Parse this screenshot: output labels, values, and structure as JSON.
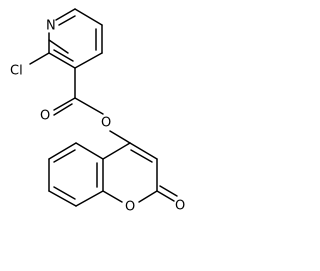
{
  "molecule": {
    "atoms": {
      "nitrogen": "N",
      "chlorine": "Cl",
      "carbonyl_oxygen": "O",
      "ester_oxygen": "O",
      "lactone_carbonyl_oxygen": "O",
      "ring_oxygen": "O"
    },
    "colors": {
      "bond": "#000000",
      "label": "#000000",
      "background": "#ffffff"
    }
  }
}
